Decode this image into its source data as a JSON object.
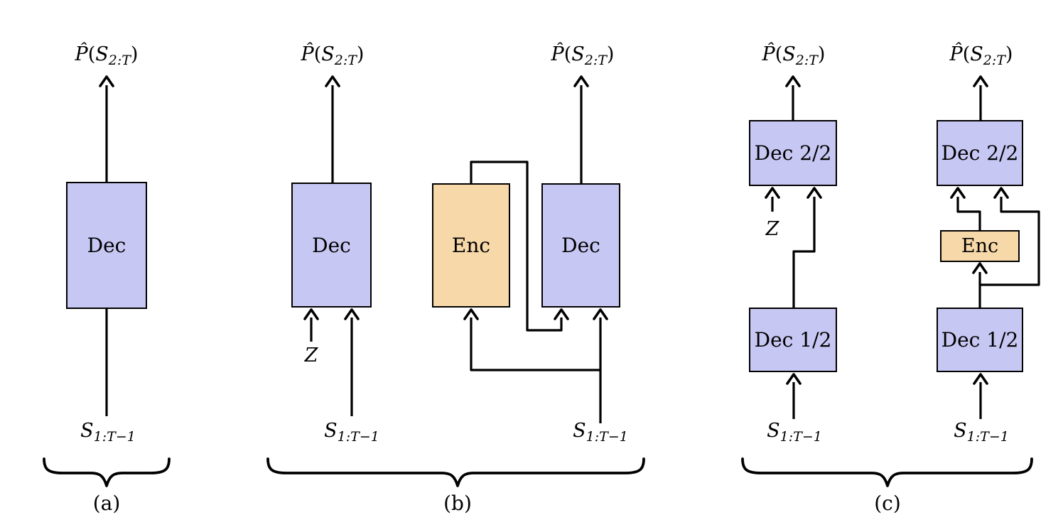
{
  "figure": {
    "colors": {
      "decoder_fill": "#c7c7f3",
      "encoder_fill": "#f7d8a9",
      "line": "#000000",
      "background": "#ffffff"
    },
    "panel_a": {
      "caption": "(a)",
      "output": {
        "p": "P̂",
        "open": "(",
        "s": "S",
        "sub": "2:T",
        "close": ")"
      },
      "dec_label": "Dec",
      "input": {
        "s": "S",
        "sub": "1:T−1"
      }
    },
    "panel_b": {
      "caption": "(b)",
      "left": {
        "output": {
          "p": "P̂",
          "open": "(",
          "s": "S",
          "sub": "2:T",
          "close": ")"
        },
        "dec_label": "Dec",
        "z_label": "Z",
        "input": {
          "s": "S",
          "sub": "1:T−1"
        }
      },
      "right": {
        "output": {
          "p": "P̂",
          "open": "(",
          "s": "S",
          "sub": "2:T",
          "close": ")"
        },
        "enc_label": "Enc",
        "dec_label": "Dec",
        "input": {
          "s": "S",
          "sub": "1:T−1"
        }
      }
    },
    "panel_c": {
      "caption": "(c)",
      "left": {
        "output": {
          "p": "P̂",
          "open": "(",
          "s": "S",
          "sub": "2:T",
          "close": ")"
        },
        "dec_top_label": "Dec 2/2",
        "z_label": "Z",
        "dec_bottom_label": "Dec 1/2",
        "input": {
          "s": "S",
          "sub": "1:T−1"
        }
      },
      "right": {
        "output": {
          "p": "P̂",
          "open": "(",
          "s": "S",
          "sub": "2:T",
          "close": ")"
        },
        "dec_top_label": "Dec 2/2",
        "enc_label": "Enc",
        "dec_bottom_label": "Dec 1/2",
        "input": {
          "s": "S",
          "sub": "1:T−1"
        }
      }
    }
  }
}
